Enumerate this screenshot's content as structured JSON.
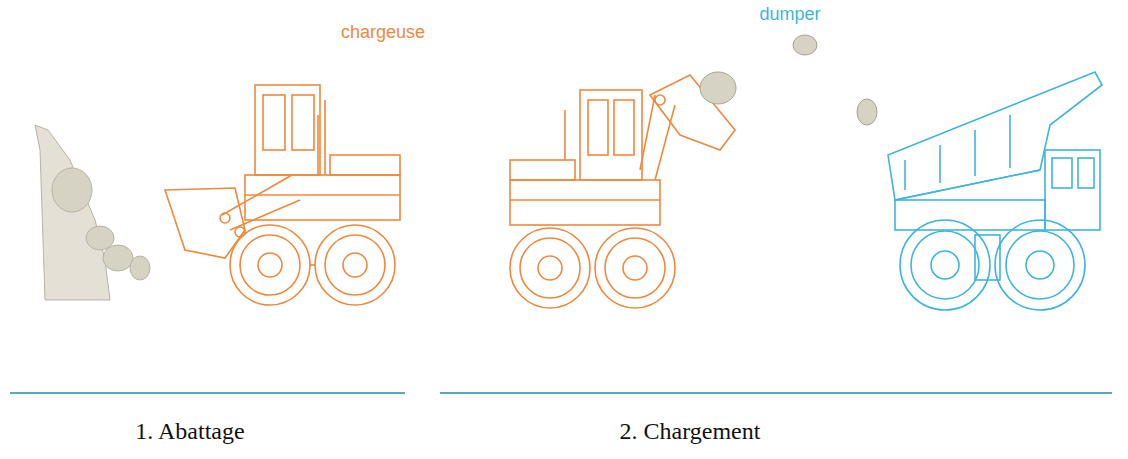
{
  "diagram": {
    "labels": [
      "chargeuse",
      "dumper",
      "1. Abattage",
      "2. Chargement"
    ]
  }
}
